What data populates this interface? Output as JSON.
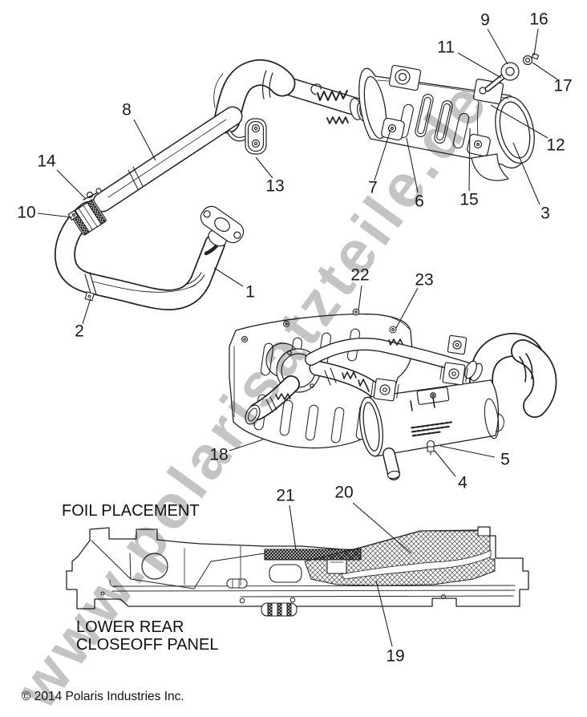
{
  "watermark": {
    "text": "www.polarisatzteile.de",
    "color": "#c4c4c4"
  },
  "copyright": "© 2014 Polaris Industries Inc.",
  "annotations": {
    "foil_placement": "FOIL PLACEMENT",
    "lower_rear_line1": "LOWER REAR",
    "lower_rear_line2": "CLOSEOFF PANEL"
  },
  "callouts": [
    {
      "label": "1"
    },
    {
      "label": "2"
    },
    {
      "label": "3"
    },
    {
      "label": "4"
    },
    {
      "label": "5"
    },
    {
      "label": "6"
    },
    {
      "label": "7"
    },
    {
      "label": "8"
    },
    {
      "label": "9"
    },
    {
      "label": "10"
    },
    {
      "label": "11"
    },
    {
      "label": "12"
    },
    {
      "label": "13"
    },
    {
      "label": "14"
    },
    {
      "label": "15"
    },
    {
      "label": "16"
    },
    {
      "label": "17"
    },
    {
      "label": "18"
    },
    {
      "label": "19"
    },
    {
      "label": "20"
    },
    {
      "label": "21"
    },
    {
      "label": "22"
    },
    {
      "label": "23"
    }
  ],
  "colors": {
    "line": "#222222",
    "background": "#ffffff"
  }
}
